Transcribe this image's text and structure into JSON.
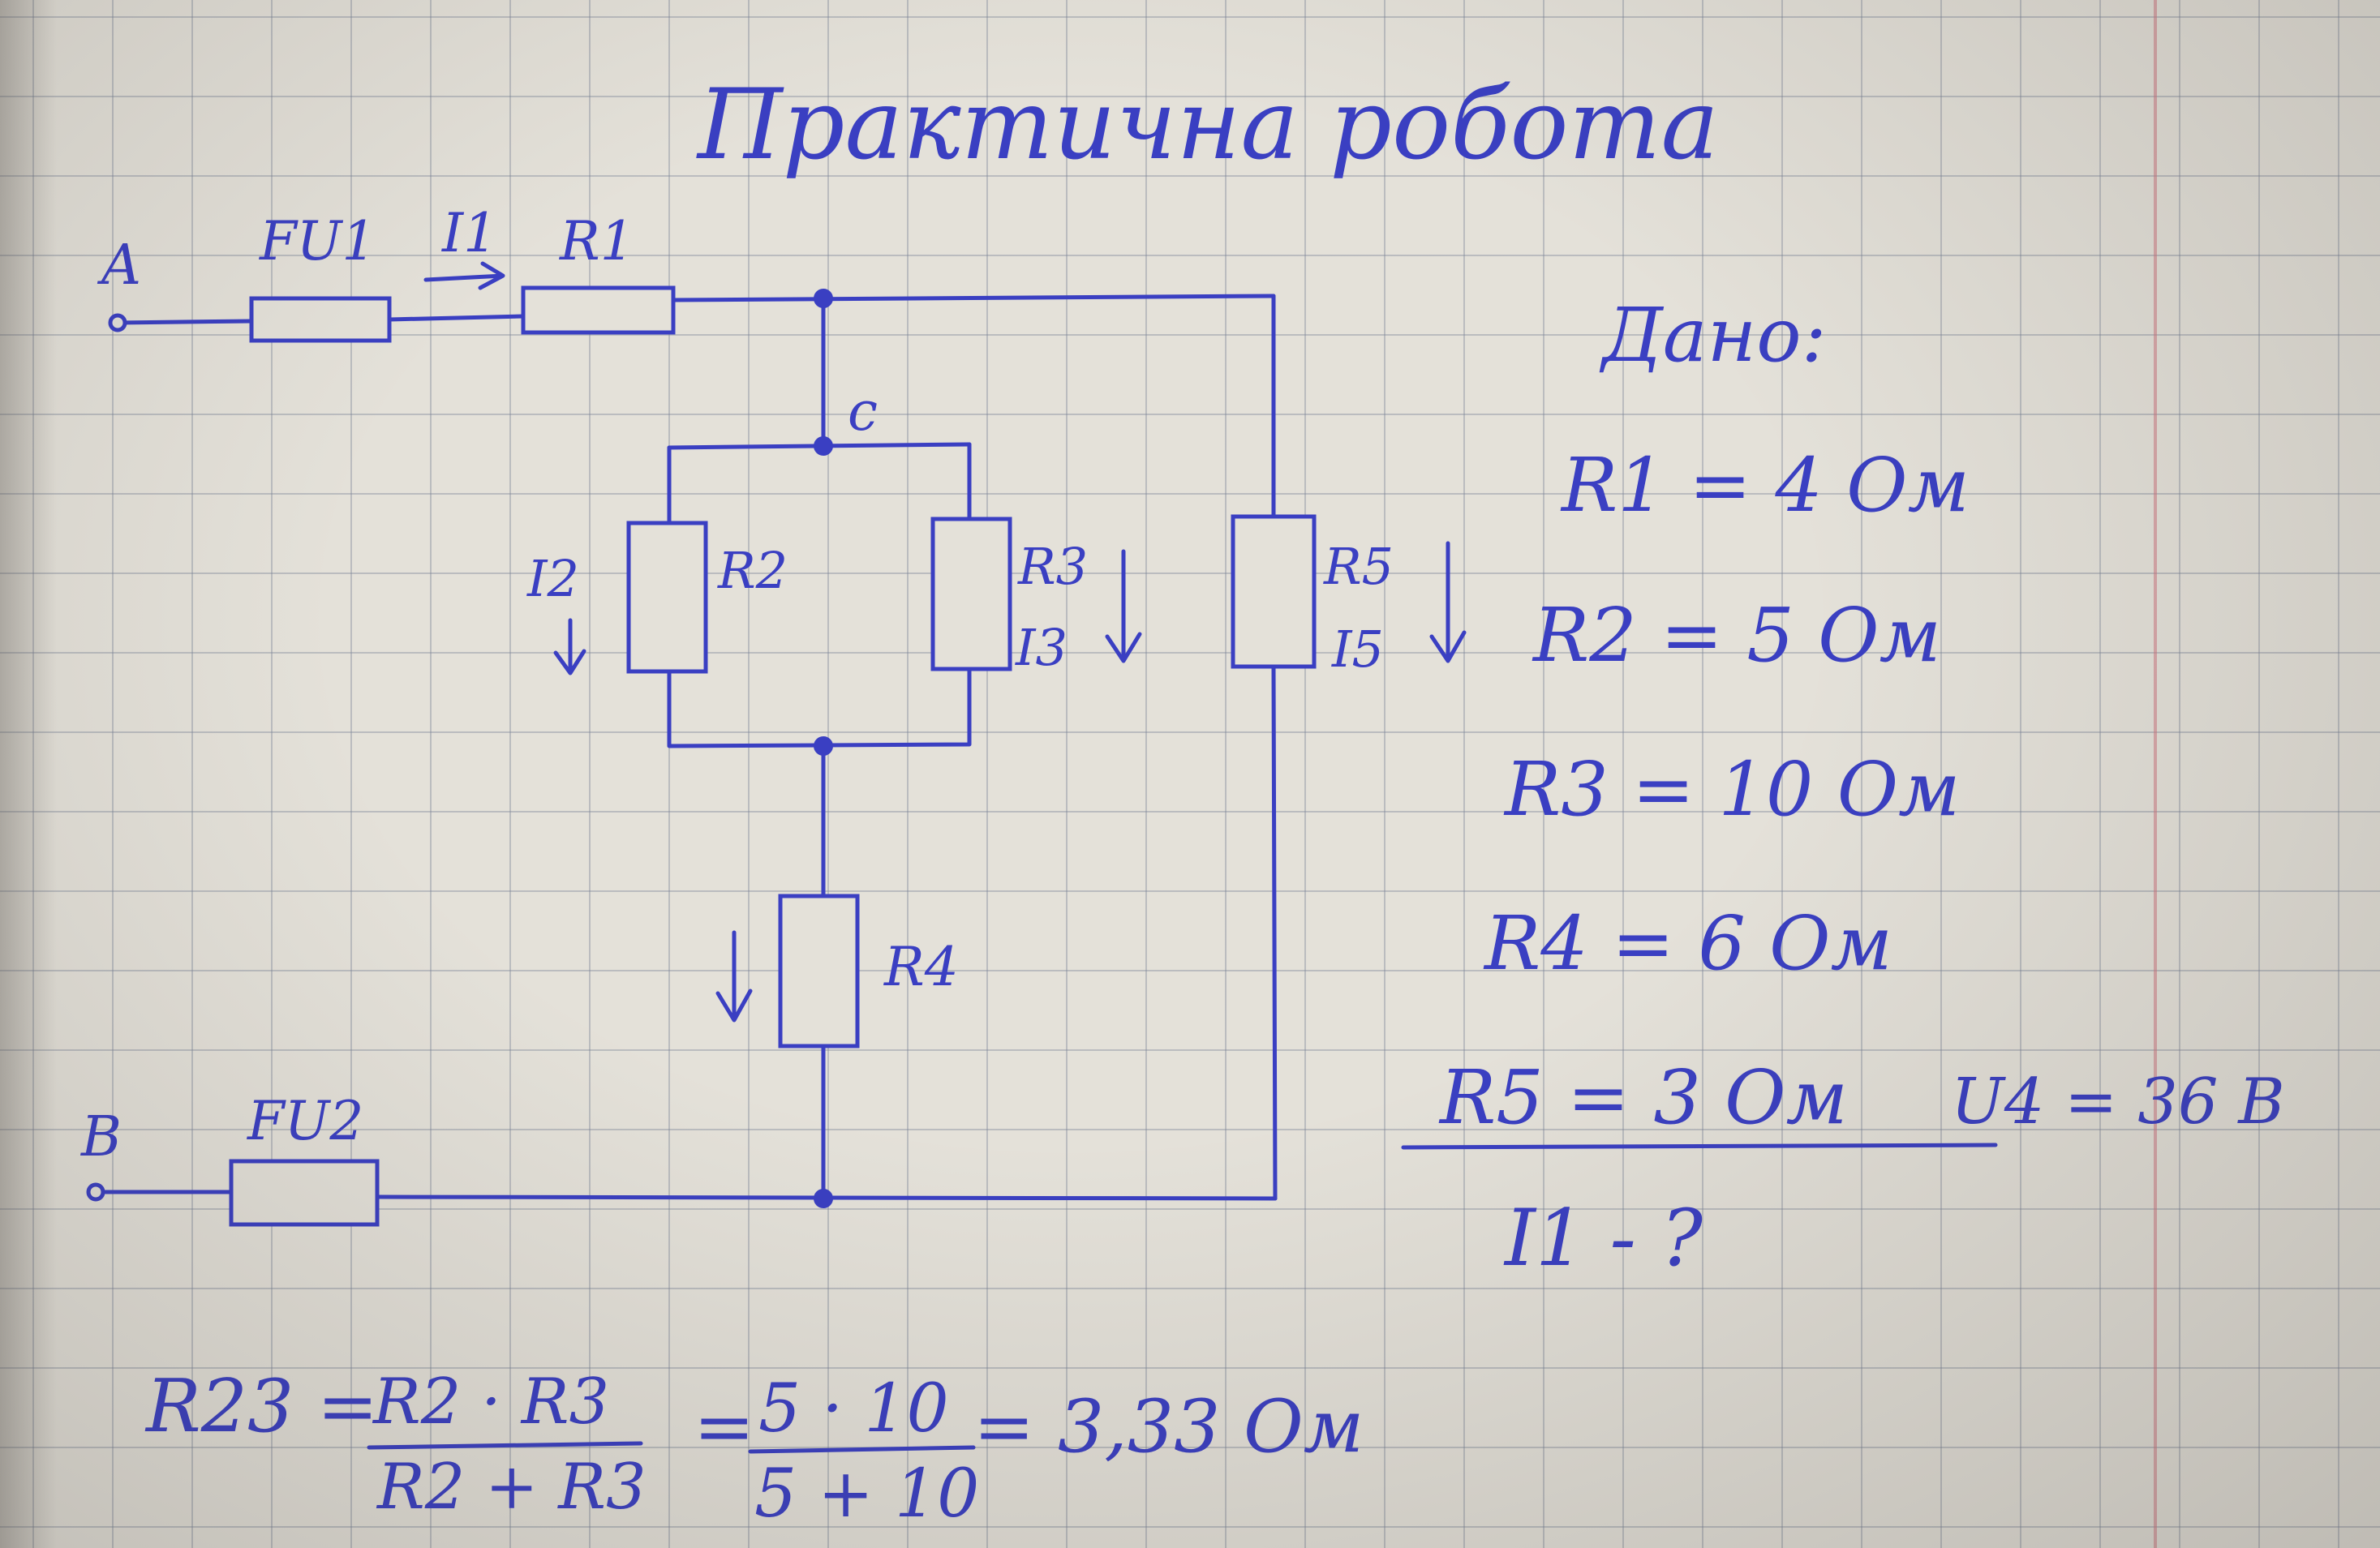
{
  "title": "Практична робота",
  "circuit": {
    "terminal_a": "A",
    "terminal_b": "B",
    "node_c": "c",
    "fuse_1": "FU1",
    "fuse_2": "FU2",
    "current_1": "I1",
    "current_2": "I2",
    "current_3": "I3",
    "current_5": "I5",
    "r1": "R1",
    "r2": "R2",
    "r3": "R3",
    "r4": "R4",
    "r5": "R5"
  },
  "given": {
    "heading": "Дано:",
    "r1": "R1 = 4 Ом",
    "r2": "R2 = 5 Ом",
    "r3": "R3 = 10 Ом",
    "r4": "R4 = 6 Ом",
    "r5": "R5 = 3 Ом",
    "voltage": "U4 = 36 В",
    "find": "I1 - ?"
  },
  "formula": {
    "lhs": "R23 =",
    "num1": "R2 · R3",
    "den1": "R2 + R3",
    "eq2": "=",
    "num2": "5 · 10",
    "den2": "5 + 10",
    "result": "= 3,33 Ом"
  },
  "colors": {
    "ink": "#3a3fc2",
    "paper": "#e4e1d9",
    "grid": "#7882 96"
  }
}
